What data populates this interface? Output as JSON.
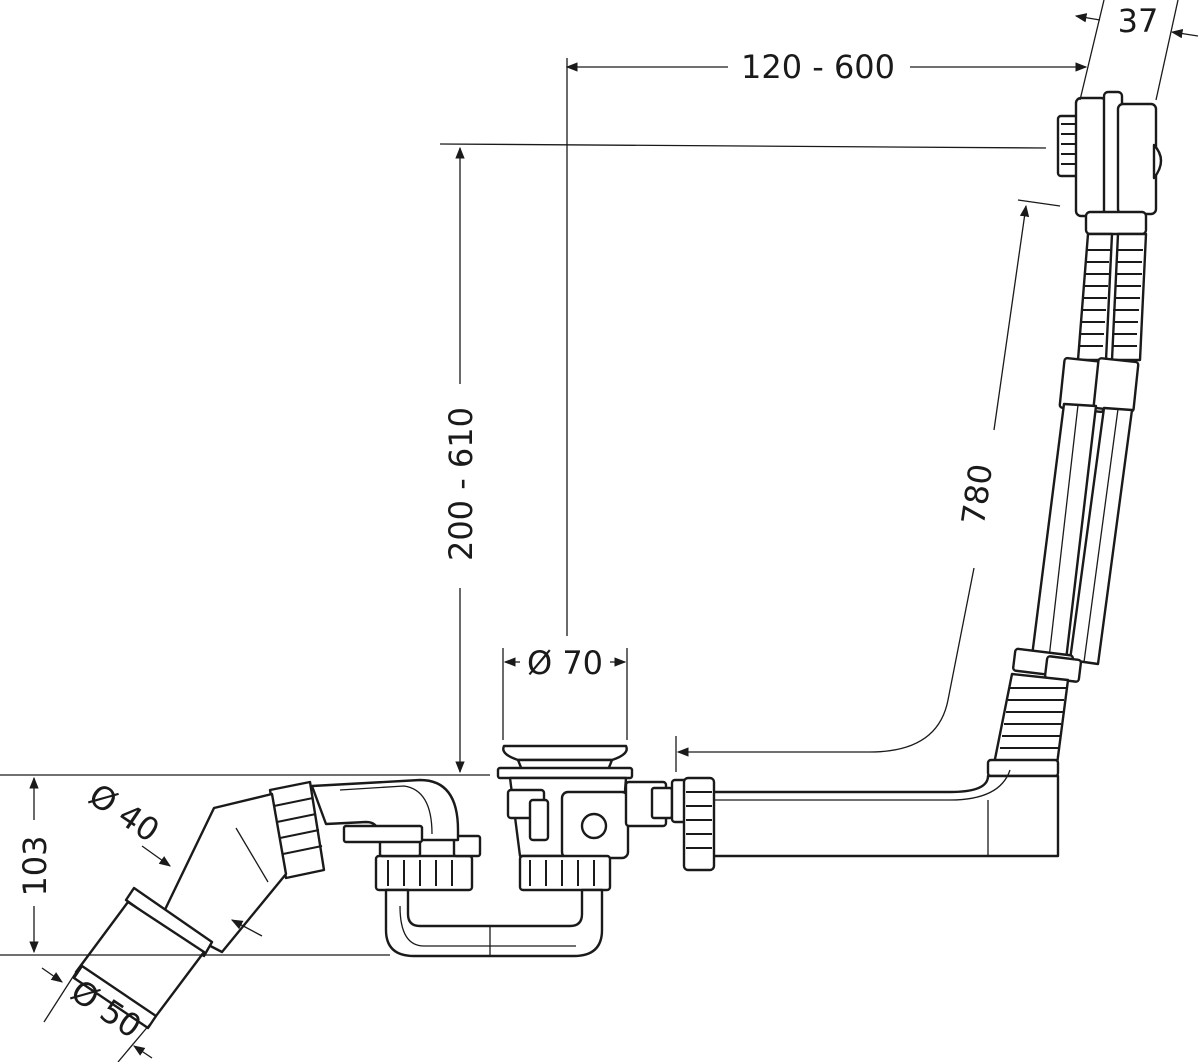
{
  "dimensions": {
    "horizontal_span": "120 - 600",
    "overflow_depth": "37",
    "vertical_height": "200 - 610",
    "cable_length": "780",
    "drain_diameter": "Ø 70",
    "trap_height": "103",
    "outlet_diameter_40": "Ø 40",
    "outlet_diameter_50": "Ø 50"
  },
  "colors": {
    "line": "#1a1a1a",
    "background": "#ffffff"
  }
}
